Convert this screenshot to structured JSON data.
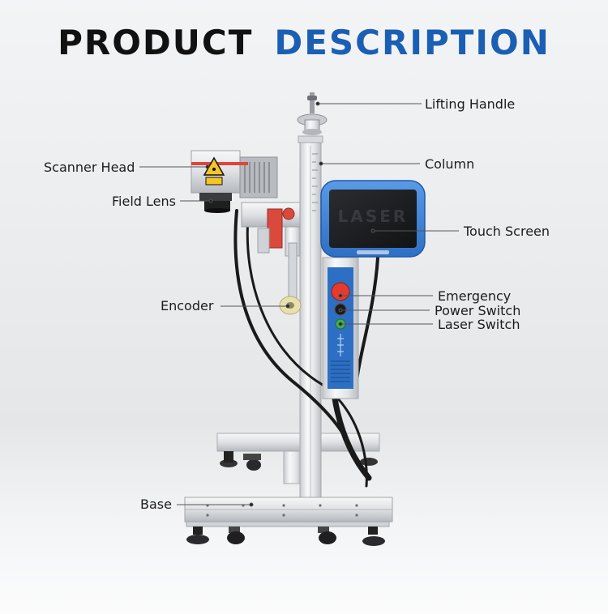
{
  "title": {
    "part1": "PRODUCT",
    "part2": "DESCRIPTION"
  },
  "colors": {
    "accent": "#1b5fb4",
    "screen_frame": "#3b7fd6",
    "emergency": "#e53b2e",
    "laser_red": "#e0443a"
  },
  "labels": {
    "lifting_handle": "Lifting Handle",
    "column": "Column",
    "scanner_head": "Scanner Head",
    "field_lens": "Field Lens",
    "touch_screen": "Touch Screen",
    "emergency": "Emergency",
    "power_switch": "Power Switch",
    "laser_switch": "Laser Switch",
    "encoder": "Encoder",
    "base": "Base"
  },
  "screen_watermark": "LASER"
}
